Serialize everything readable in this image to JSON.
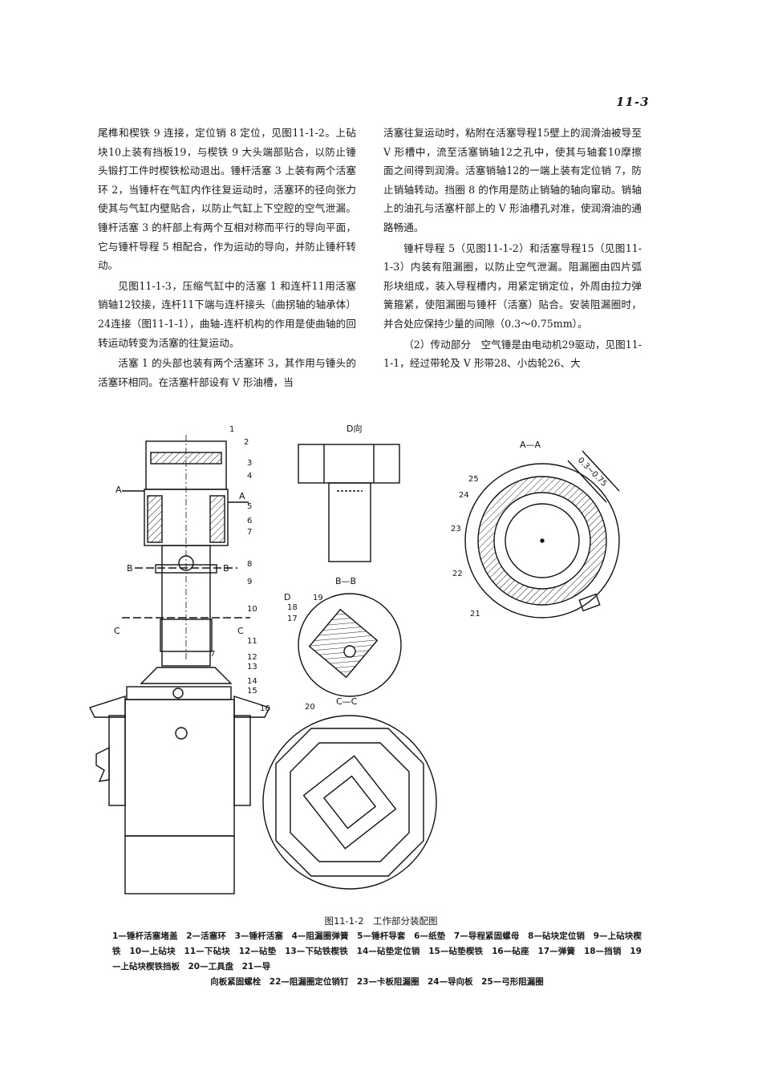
{
  "page": {
    "number": "11-3"
  },
  "left_column": [
    "尾榫和楔铁 9 连接，定位销 8 定位，见图11-1-2。上砧块10上装有挡板19，与楔铁 9 大头端部贴合，以防止锤头锻打工件时楔铁松动退出。锤杆活塞 3 上装有两个活塞环 2，当锤杆在气缸内作往复运动时，活塞环的径向张力使其与气缸内壁贴合，以防止气缸上下空腔的空气泄漏。锤杆活塞 3 的杆部上有两个互相对称而平行的导向平面，它与锤杆导程 5 相配合，作为运动的导向，并防止锤杆转动。",
    "见图11-1-3，压缩气缸中的活塞 1 和连杆11用活塞销轴12铰接，连杆11下端与连杆接头（曲拐轴的轴承体）24连接（图11-1-1），曲轴-连杆机构的作用是使曲轴的回转运动转变为活塞的往复运动。",
    "活塞 1 的头部也装有两个活塞环 3，其作用与锤头的活塞环相同。在活塞杆部设有 V 形油槽，当"
  ],
  "right_column": [
    "活塞往复运动时，粘附在活塞导程15壁上的润滑油被导至 V 形槽中，流至活塞销轴12之孔中，使其与轴套10摩擦面之间得到润滑。活塞销轴12的一端上装有定位销 7，防止销轴转动。挡圈 8 的作用是防止销轴的轴向窜动。销轴上的油孔与活塞杆部上的 V 形油槽孔对准，使润滑油的通路畅通。",
    "锤杆导程 5（见图11-1-2）和活塞导程15（见图11-1-3）内装有阻漏圈，以防止空气泄漏。阻漏圈由四片弧形块组成，装入导程槽内，用紧定销定位，外周由拉力弹簧箍紧，使阻漏圈与锤杆（活塞）贴合。安装阻漏圈时，并合处应保持少量的间隙（0.3～0.75mm）。",
    "（2）传动部分　空气锤是由电动机29驱动，见图11-1-1，经过带轮及 V 形带28、小齿轮26、大"
  ],
  "figure": {
    "section_labels": {
      "d_view": "D向",
      "bb": "B—B",
      "cc": "C—C",
      "aa": "A—A",
      "gap": "0.3~0.75"
    },
    "letters": {
      "A": "A",
      "B": "B",
      "C": "C",
      "D": "D"
    },
    "numbers": [
      "1",
      "2",
      "3",
      "4",
      "5",
      "6",
      "7",
      "8",
      "9",
      "10",
      "11",
      "7",
      "12",
      "13",
      "14",
      "15",
      "16",
      "18",
      "17",
      "19",
      "20",
      "25",
      "24",
      "23",
      "22",
      "21"
    ],
    "caption": "图11-1-2　工作部分装配图",
    "legend": "1—锤杆活塞堵盖　2—活塞环　3—锤杆活塞　4—阻漏圈弹簧　5—锤杆导套　6—纸垫　7—导程紧固螺母　8—砧块定位销　9—上砧块楔铁　10—上砧块　11—下砧块　12—砧垫　13—下砧铁楔铁　14—砧垫定位销　15—砧垫楔铁　16—砧座　17—弹簧　18—挡销　19—上砧块楔铁挡板　20—工具盘　21—导",
    "legend_last": "向板紧固螺栓　22—阻漏圈定位销钉　23—卡板阻漏圈　24—导向板　25—弓形阻漏圈"
  }
}
